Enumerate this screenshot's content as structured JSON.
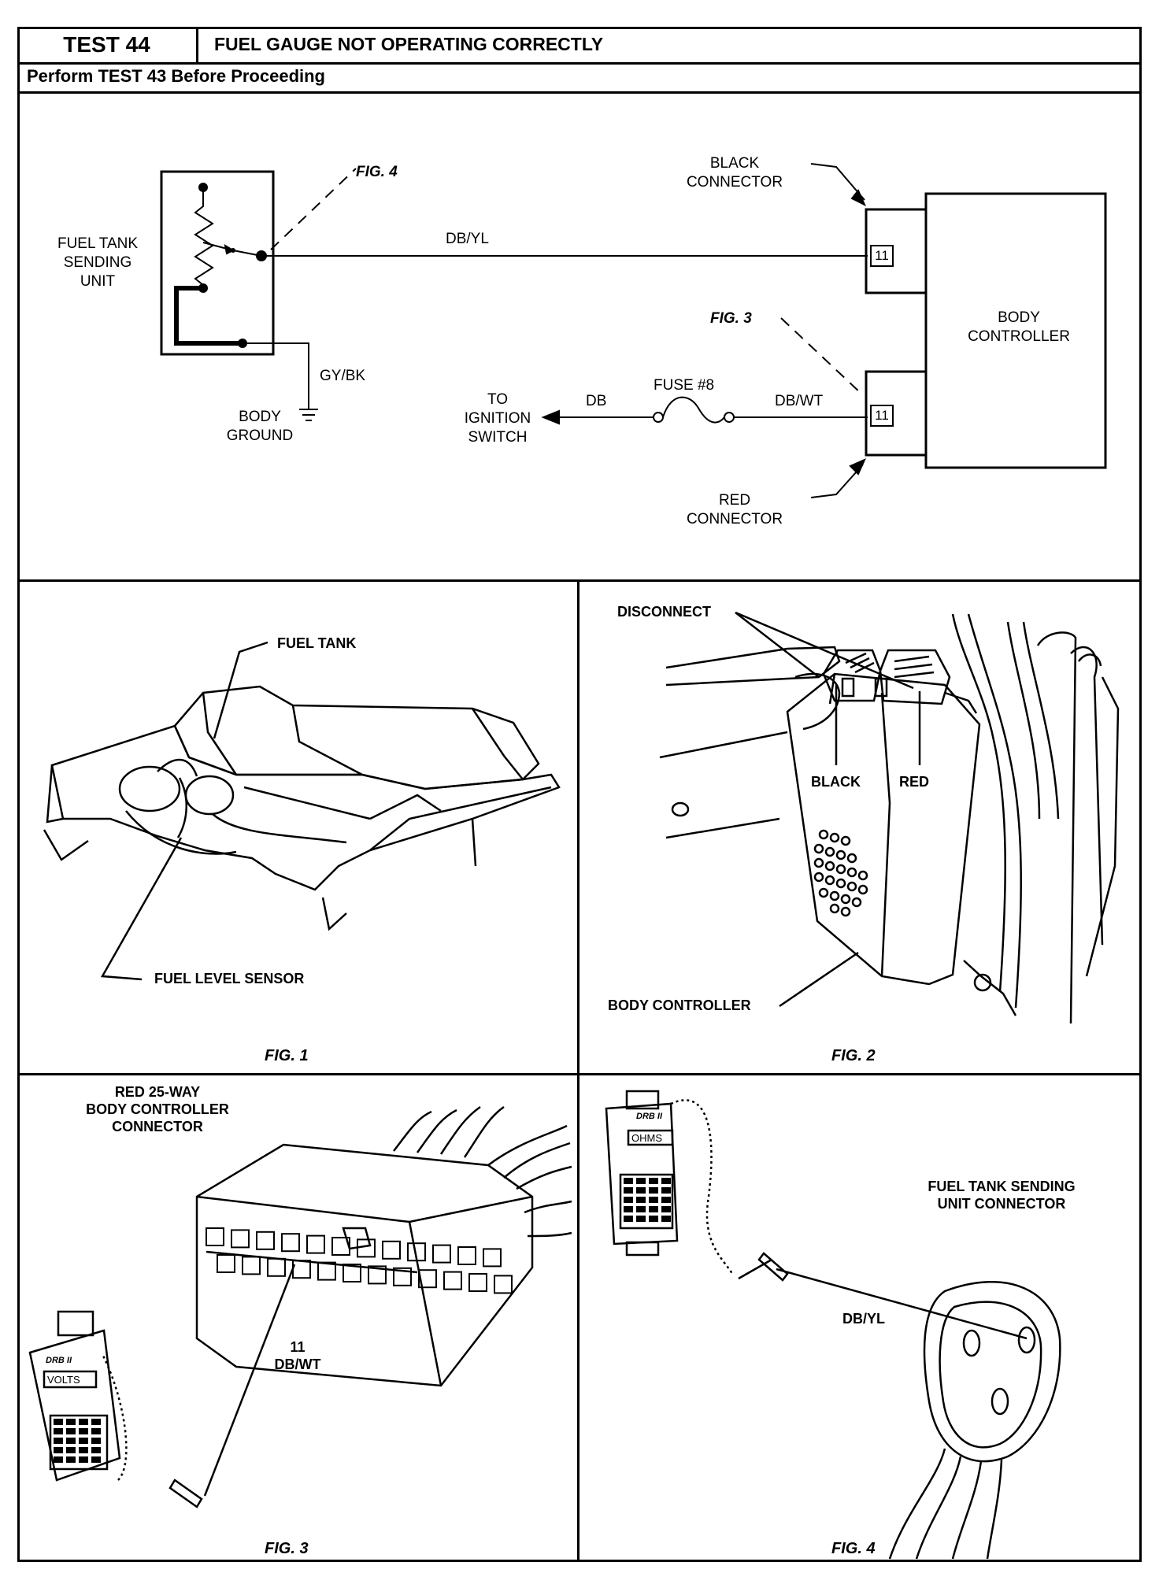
{
  "header": {
    "test_label": "TEST 44",
    "title": "FUEL GAUGE NOT OPERATING CORRECTLY",
    "subtitle": "Perform TEST 43 Before Proceeding"
  },
  "schematic": {
    "sending_unit": [
      "FUEL TANK",
      "SENDING",
      "UNIT"
    ],
    "fig4_ref": "FIG. 4",
    "fig3_ref": "FIG. 3",
    "wire_top": "DB/YL",
    "wire_ground": "GY/BK",
    "body_ground": [
      "BODY",
      "GROUND"
    ],
    "to_ignition": [
      "TO",
      "IGNITION",
      "SWITCH"
    ],
    "wire_db": "DB",
    "fuse": "FUSE #8",
    "wire_dbwt": "DB/WT",
    "black_connector": [
      "BLACK",
      "CONNECTOR"
    ],
    "red_connector": [
      "RED",
      "CONNECTOR"
    ],
    "body_controller": [
      "BODY",
      "CONTROLLER"
    ],
    "pin_top": "11",
    "pin_bottom": "11"
  },
  "fig1": {
    "fuel_tank": "FUEL TANK",
    "fuel_level_sensor": "FUEL LEVEL SENSOR",
    "caption": "FIG. 1"
  },
  "fig2": {
    "disconnect": "DISCONNECT",
    "black": "BLACK",
    "red": "RED",
    "body_controller": "BODY CONTROLLER",
    "caption": "FIG. 2"
  },
  "fig3": {
    "connector_label": [
      "RED 25-WAY",
      "BODY CONTROLLER",
      "CONNECTOR"
    ],
    "pin": "11",
    "wire": "DB/WT",
    "meter_brand": "DRB II",
    "meter_mode": "VOLTS",
    "caption": "FIG. 3"
  },
  "fig4": {
    "connector_label": [
      "FUEL TANK SENDING",
      "UNIT CONNECTOR"
    ],
    "wire": "DB/YL",
    "meter_brand": "DRB II",
    "meter_mode": "OHMS",
    "caption": "FIG. 4"
  }
}
